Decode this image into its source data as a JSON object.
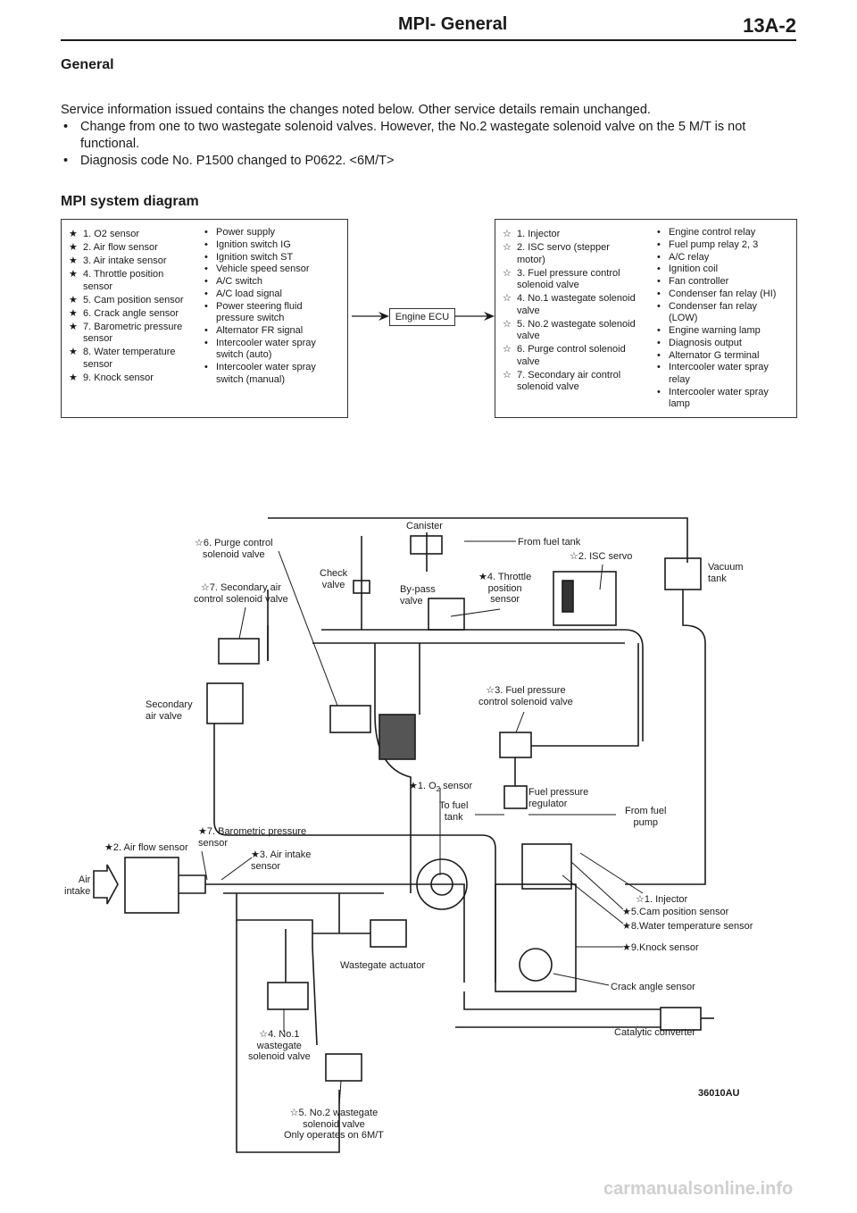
{
  "header": {
    "title": "MPI- General",
    "code": "13A-2"
  },
  "general": {
    "heading": "General",
    "intro": "Service information issued contains the changes noted below. Other service details remain unchanged.",
    "bullets": [
      "Change from one to two wastegate solenoid valves. However, the No.2 wastegate solenoid valve on the 5 M/T is not functional.",
      "Diagnosis code No. P1500 changed to P0622.  <6M/T>"
    ]
  },
  "diagram_heading": "MPI system diagram",
  "sensors": [
    "1. O2 sensor",
    "2. Air flow sensor",
    "3. Air intake sensor",
    "4. Throttle position sensor",
    "5. Cam position sensor",
    "6. Crack angle sensor",
    "7. Barometric pressure sensor",
    "8. Water temperature sensor",
    "9. Knock sensor"
  ],
  "inputs": [
    "Power supply",
    "Ignition switch IG",
    "Ignition switch ST",
    "Vehicle speed sensor",
    "A/C switch",
    "A/C load signal",
    "Power steering fluid pressure switch",
    "Alternator FR signal",
    "Intercooler water spray switch (auto)",
    "Intercooler water spray switch (manual)"
  ],
  "ecu_label": "Engine ECU",
  "actuators": [
    "1. Injector",
    "2. ISC servo (stepper motor)",
    "3. Fuel pressure  control solenoid valve",
    "4. No.1 wastegate solenoid valve",
    "5. No.2 wastegate solenoid valve",
    "6. Purge control solenoid valve",
    "7. Secondary air control solenoid valve"
  ],
  "outputs": [
    "Engine control relay",
    "Fuel pump relay 2, 3",
    "A/C relay",
    "Ignition coil",
    "Fan controller",
    "Condenser fan relay (HI)",
    "Condenser fan relay (LOW)",
    "Engine warning lamp",
    "Diagnosis output",
    "Alternator G terminal",
    "Intercooler water spray relay",
    "Intercooler water spray lamp"
  ],
  "symbols": {
    "filled_star": "★",
    "outline_star": "☆",
    "bullet": "•"
  },
  "diagram_labels": {
    "canister": "Canister",
    "from_fuel_tank": "From fuel tank",
    "purge_valve": "6. Purge control\nsolenoid valve",
    "isc_servo": "2. ISC servo",
    "vacuum_tank": "Vacuum\ntank",
    "check_valve": "Check\nvalve",
    "bypass_valve": "By-pass\nvalve",
    "throttle_sensor": "4. Throttle\nposition\nsensor",
    "secondary_air_control": "7. Secondary air\ncontrol solenoid valve",
    "secondary_air_valve": "Secondary\nair valve",
    "fuel_pressure_control": "3. Fuel pressure\ncontrol solenoid valve",
    "o2_sensor": "1. O",
    "o2_sub": "2",
    "o2_suffix": " sensor",
    "to_fuel_tank": "To fuel\ntank",
    "fuel_regulator": "Fuel pressure\nregulator",
    "from_fuel_pump": "From fuel\npump",
    "barometric": "7. Barometric pressure\nsensor",
    "air_flow": "2. Air flow sensor",
    "air_intake_sensor": "3. Air intake\nsensor",
    "air_intake": "Air\nintake",
    "injector": "1.  Injector",
    "cam_sensor": "5.Cam position sensor",
    "water_temp": "8.Water temperature sensor",
    "wastegate_actuator": "Wastegate actuator",
    "knock_sensor": "9.Knock sensor",
    "crank_sensor": "Crack angle sensor",
    "wg1": "4. No.1\nwastegate\nsolenoid valve",
    "catalytic": "Catalytic converter",
    "wg2": "5. No.2 wastegate\nsolenoid valve\nOnly operates on 6M/T",
    "fig_code": "36010AU"
  },
  "watermark": "carmanualsonline.info"
}
